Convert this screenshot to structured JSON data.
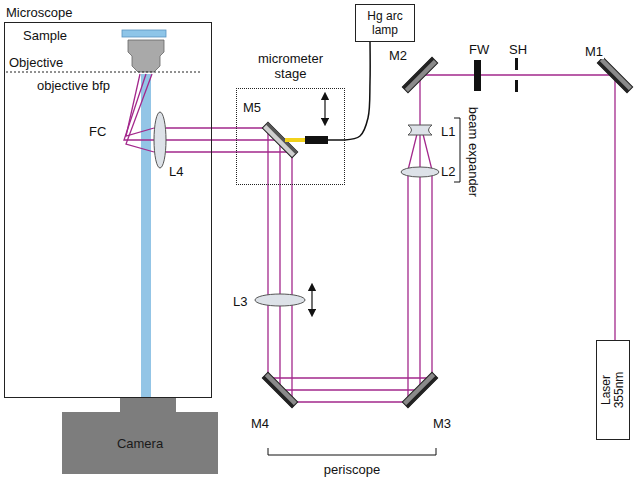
{
  "diagram": {
    "nodes": [
      {
        "text": [
          "Microscope"
        ]
      },
      {
        "text": [
          "micrometer stage"
        ]
      },
      {
        "text": [
          "Hg arc lamp"
        ]
      },
      {
        "text": [
          "Camera"
        ]
      },
      {
        "text": [
          "Laser 355nm"
        ]
      }
    ],
    "edges": [
      {
        "from": 2,
        "to": 1,
        "arrow": "none"
      }
    ],
    "labels": [
      "Sample",
      "Objective",
      "objective bfp",
      "FC",
      "L4",
      "M5",
      "M2",
      "FW",
      "SH",
      "M1",
      "L1",
      "L2",
      "beam expander",
      "L3",
      "M4",
      "M3",
      "periscope"
    ]
  }
}
